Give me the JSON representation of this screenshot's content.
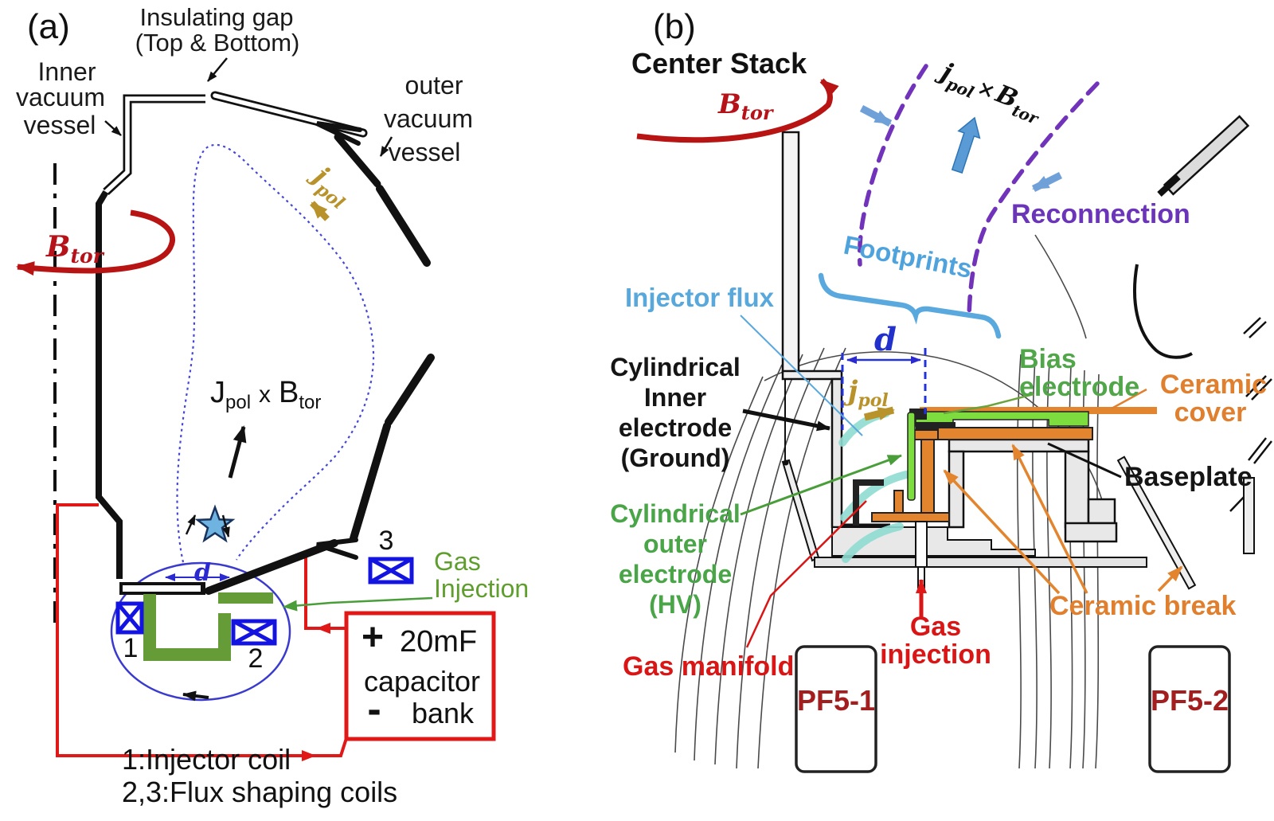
{
  "panel_a": {
    "tag": "(a)",
    "labels": {
      "insulating_gap_1": "Insulating gap",
      "insulating_gap_2": "(Top & Bottom)",
      "inner_vessel_1": "Inner",
      "inner_vessel_2": "vacuum",
      "inner_vessel_3": "vessel",
      "outer_vessel_1": "outer",
      "outer_vessel_2": "vacuum",
      "outer_vessel_3": "vessel",
      "b_main": "B",
      "b_sub": "tor",
      "jpol_main": "j",
      "jpol_sub": "pol",
      "jxb_j": "J",
      "jxb_jsub": "pol",
      "jxb_x": "x",
      "jxb_b": "B",
      "jxb_bsub": "tor",
      "d": "d",
      "coil_1": "1",
      "coil_2": "2",
      "coil_3": "3",
      "gas_1": "Gas",
      "gas_2": "Injection",
      "cap_plus": "+",
      "cap_value": "20mF",
      "cap_capacitor": "capacitor",
      "cap_minus": "-",
      "cap_bank": "bank",
      "caption_1": "1:Injector coil",
      "caption_2": "2,3:Flux shaping coils"
    }
  },
  "panel_b": {
    "tag": "(b)",
    "labels": {
      "center_stack": "Center Stack",
      "b_main": "B",
      "b_sub": "tor",
      "jxb_j": "j",
      "jxb_jsub": "pol",
      "jxb_x": "×",
      "jxb_b": "B",
      "jxb_bsub": "tor",
      "reconnection": "Reconnection",
      "footprints": "Footprints",
      "injector_flux": "Injector flux",
      "inner_1": "Cylindrical",
      "inner_2": "Inner",
      "inner_3": "electrode",
      "inner_4": "(Ground)",
      "d": "d",
      "jpol_main": "j",
      "jpol_sub": "pol",
      "bias_1": "Bias",
      "bias_2": "electrode",
      "cover_1": "Ceramic",
      "cover_2": "cover",
      "baseplate": "Baseplate",
      "outer_1": "Cylindrical",
      "outer_2": "outer",
      "outer_3": "electrode",
      "outer_4": "(HV)",
      "ceramic_break": "Ceramic break",
      "gas_1": "Gas",
      "gas_2": "injection",
      "gas_manifold": "Gas manifold",
      "pf_1": "PF5-1",
      "pf_2": "PF5-2"
    }
  },
  "colors": {
    "dark_red": "#b51219",
    "wire_red": "#e01818",
    "bright_red": "#d91515",
    "gold": "#b8922b",
    "channel_green": "#669c38",
    "label_green": "#4aa548",
    "gas_green": "#5f9e2e",
    "bright_green": "#7ddd3f",
    "orange": "#e2852e",
    "orange_label": "#e07f2e",
    "purple": "#6a35b8",
    "light_blue": "#58a8dc",
    "coil_blue": "#1414e0",
    "plasma_blue": "#4646d8",
    "cyan_flux": "#8fdcd2"
  }
}
